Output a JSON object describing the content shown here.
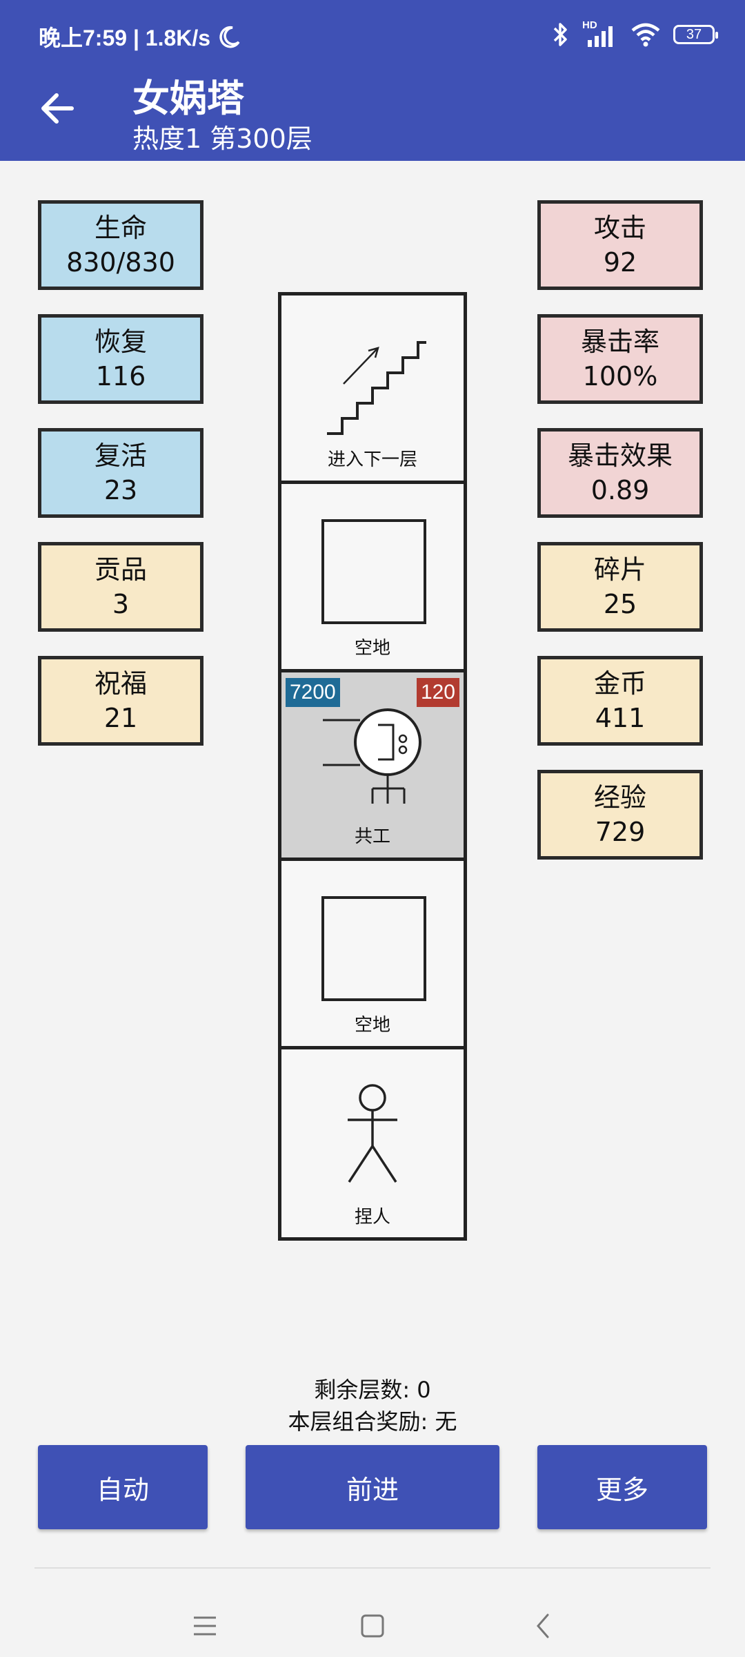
{
  "status": {
    "time_speed": "晚上7:59 | 1.8K/s",
    "network": "HD",
    "battery": "37"
  },
  "header": {
    "title": "女娲塔",
    "subtitle": "热度1 第300层"
  },
  "stats_left": [
    {
      "label": "生命",
      "value": "830/830"
    },
    {
      "label": "恢复",
      "value": "116"
    },
    {
      "label": "复活",
      "value": "23"
    },
    {
      "label": "贡品",
      "value": "3"
    },
    {
      "label": "祝福",
      "value": "21"
    }
  ],
  "stats_right": [
    {
      "label": "攻击",
      "value": "92"
    },
    {
      "label": "暴击率",
      "value": "100%"
    },
    {
      "label": "暴击效果",
      "value": "0.89"
    },
    {
      "label": "碎片",
      "value": "25"
    },
    {
      "label": "金币",
      "value": "411"
    },
    {
      "label": "经验",
      "value": "729"
    }
  ],
  "tower": {
    "cells": [
      {
        "label": "进入下一层",
        "icon": "stairs-icon"
      },
      {
        "label": "空地",
        "icon": "empty-square-icon"
      },
      {
        "label": "共工",
        "icon": "monster-icon",
        "hp": "7200",
        "attack": "120"
      },
      {
        "label": "空地",
        "icon": "empty-square-icon"
      },
      {
        "label": "捏人",
        "icon": "stick-figure-icon"
      }
    ]
  },
  "info": {
    "remaining_floors": "剩余层数: 0",
    "combo_reward": "本层组合奖励: 无"
  },
  "buttons": {
    "auto": "自动",
    "forward": "前进",
    "more": "更多"
  },
  "colors": {
    "appbar": "#3f51b5",
    "blue_stat": "#b8dced",
    "pink_stat": "#f1d4d4",
    "yellow_stat": "#f8e9c8",
    "hp_badge": "#1f6b96",
    "atk_badge": "#b23b30"
  }
}
